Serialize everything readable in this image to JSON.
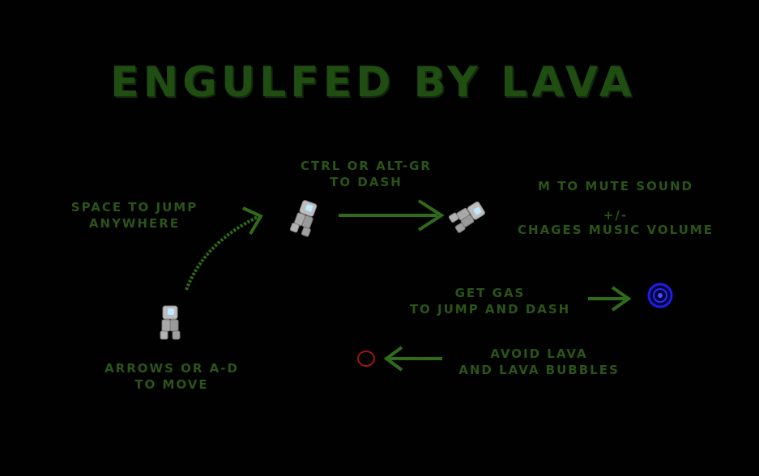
{
  "title": "ENGULFED BY LAVA",
  "instructions": {
    "jump": [
      "SPACE TO JUMP",
      "ANYWHERE"
    ],
    "dash": [
      "CTRL OR ALT-GR",
      "TO DASH"
    ],
    "mute": "M TO MUTE SOUND",
    "volume": [
      "+/-",
      "CHAGES MUSIC VOLUME"
    ],
    "gas": [
      "GET GAS",
      "TO JUMP AND DASH"
    ],
    "lava": [
      "AVOID LAVA",
      "AND LAVA BUBBLES"
    ],
    "move": [
      "ARROWS OR A-D",
      "TO MOVE"
    ]
  },
  "icons": {
    "astronaut": "astronaut-icon",
    "gas_canister": "gas-orb-icon",
    "lava_bubble": "lava-bubble-icon"
  },
  "colors": {
    "background": "#010101",
    "text_green": "#2a5418",
    "title_green": "#1f4d12",
    "arrow_green": "#2f6b1a",
    "gas_blue": "#1d1de6",
    "lava_red": "#a01414",
    "astronaut_gray": "#b9b9b9"
  }
}
